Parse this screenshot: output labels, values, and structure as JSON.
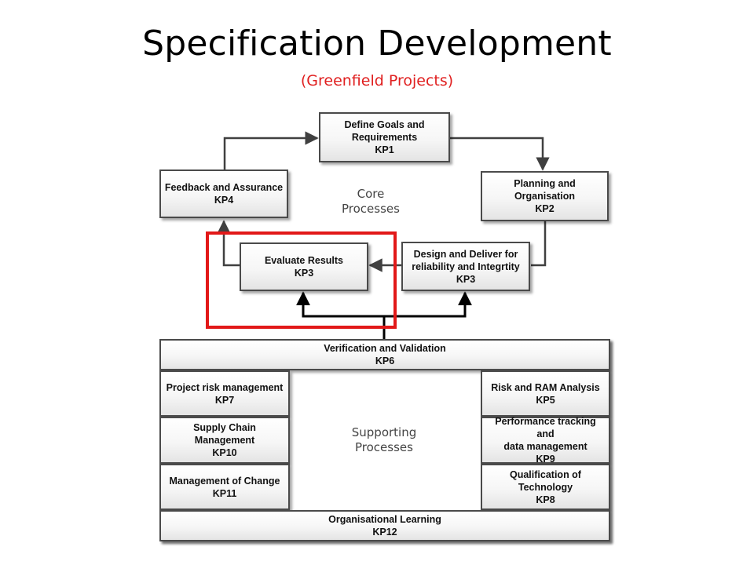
{
  "header": {
    "title": "Specification Development",
    "subtitle": "(Greenfield Projects)"
  },
  "core": {
    "label_line1": "Core",
    "label_line2": "Processes",
    "kp1": {
      "line1": "Define Goals and",
      "line2": "Requirements",
      "code": "KP1"
    },
    "kp2": {
      "line1": "Planning and",
      "line2": "Organisation",
      "code": "KP2"
    },
    "design": {
      "line1": "Design and Deliver for",
      "line2": "reliability and Integrtity",
      "code": "KP3"
    },
    "evaluate": {
      "line1": "Evaluate Results",
      "code": "KP3"
    },
    "kp4": {
      "line1": "Feedback and Assurance",
      "code": "KP4"
    }
  },
  "supporting": {
    "label_line1": "Supporting",
    "label_line2": "Processes",
    "kp6": {
      "line1": "Verification and Validation",
      "code": "KP6"
    },
    "kp7": {
      "line1": "Project risk management",
      "code": "KP7"
    },
    "kp10": {
      "line1": "Supply Chain",
      "line2": "Management",
      "code": "KP10"
    },
    "kp11": {
      "line1": "Management of Change",
      "code": "KP11"
    },
    "kp5": {
      "line1": "Risk and RAM Analysis",
      "code": "KP5"
    },
    "kp9": {
      "line1": "Performance tracking and",
      "line2": "data management",
      "code": "KP9"
    },
    "kp8": {
      "line1": "Qualification of",
      "line2": "Technology",
      "code": "KP8"
    },
    "kp12": {
      "line1": "Organisational Learning",
      "code": "KP12"
    }
  },
  "colors": {
    "highlight": "#e21818",
    "subtitle": "#e02020",
    "arrows": "#404040"
  }
}
